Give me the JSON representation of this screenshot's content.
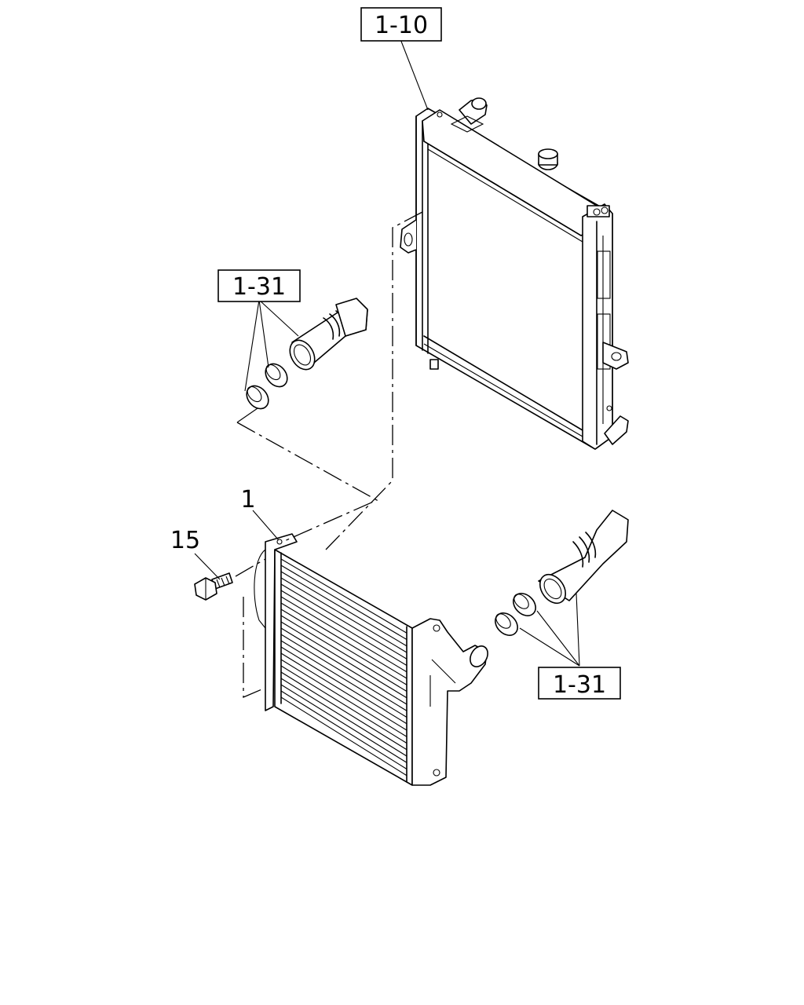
{
  "callouts": {
    "radiator_ref": "1-10",
    "hose_ref_upper": "1-31",
    "hose_ref_lower": "1-31",
    "intercooler": "1",
    "bolt": "15"
  },
  "icons": [
    "radiator-icon",
    "intercooler-icon",
    "hose-icon",
    "clamp-icon",
    "bolt-icon"
  ]
}
